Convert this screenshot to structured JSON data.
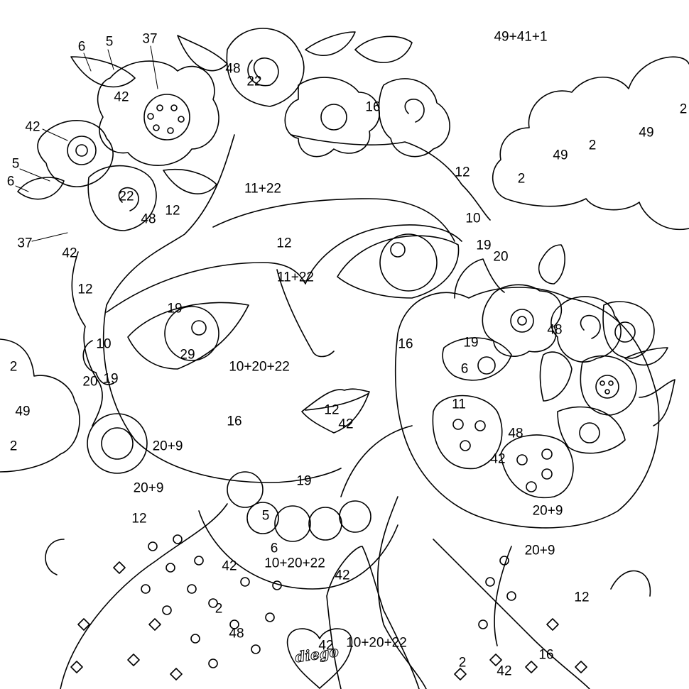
{
  "colors": {
    "line": "#000000",
    "paper": "#ffffff"
  },
  "signature": "diego",
  "labels": [
    "6",
    "5",
    "37",
    "48",
    "22",
    "49+41+1",
    "42",
    "16",
    "42",
    "5",
    "6",
    "22",
    "48",
    "12",
    "11+22",
    "12",
    "10",
    "19",
    "20",
    "12",
    "37",
    "42",
    "12",
    "11+22",
    "19",
    "29",
    "10+20+22",
    "16",
    "19",
    "6",
    "48",
    "10",
    "20",
    "19",
    "2",
    "49",
    "2",
    "12",
    "42",
    "16",
    "11",
    "48",
    "42",
    "20+9",
    "20+9",
    "19",
    "20+9",
    "12",
    "5",
    "6",
    "42",
    "10+20+22",
    "42",
    "20+9",
    "12",
    "2",
    "48",
    "42",
    "10+20+22",
    "2",
    "42",
    "16",
    "2",
    "49",
    "2",
    "49",
    "2"
  ]
}
